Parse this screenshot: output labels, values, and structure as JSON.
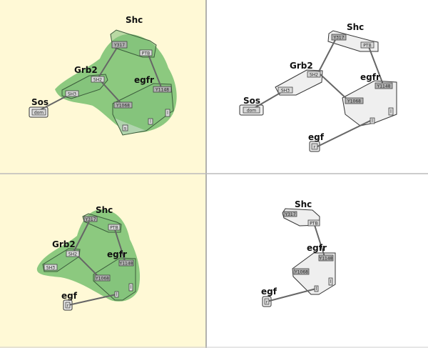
{
  "colors": {
    "pattern_background": "#fff9d6",
    "pattern_highlight": "#8cc97f",
    "background": "#ffffff",
    "divider": "#aaaaaa"
  },
  "molecules": {
    "shc": "Shc",
    "grb2": "Grb2",
    "sos": "Sos",
    "egfr": "egfr",
    "egf": "egf"
  },
  "sites": {
    "y317": "Y317",
    "ptb": "PTB",
    "sh2": "SH2",
    "sh3": "SH3",
    "dom": "dom",
    "y1148": "Y1148",
    "y1068": "Y1068",
    "l": "l",
    "s": "s",
    "r": "r"
  }
}
